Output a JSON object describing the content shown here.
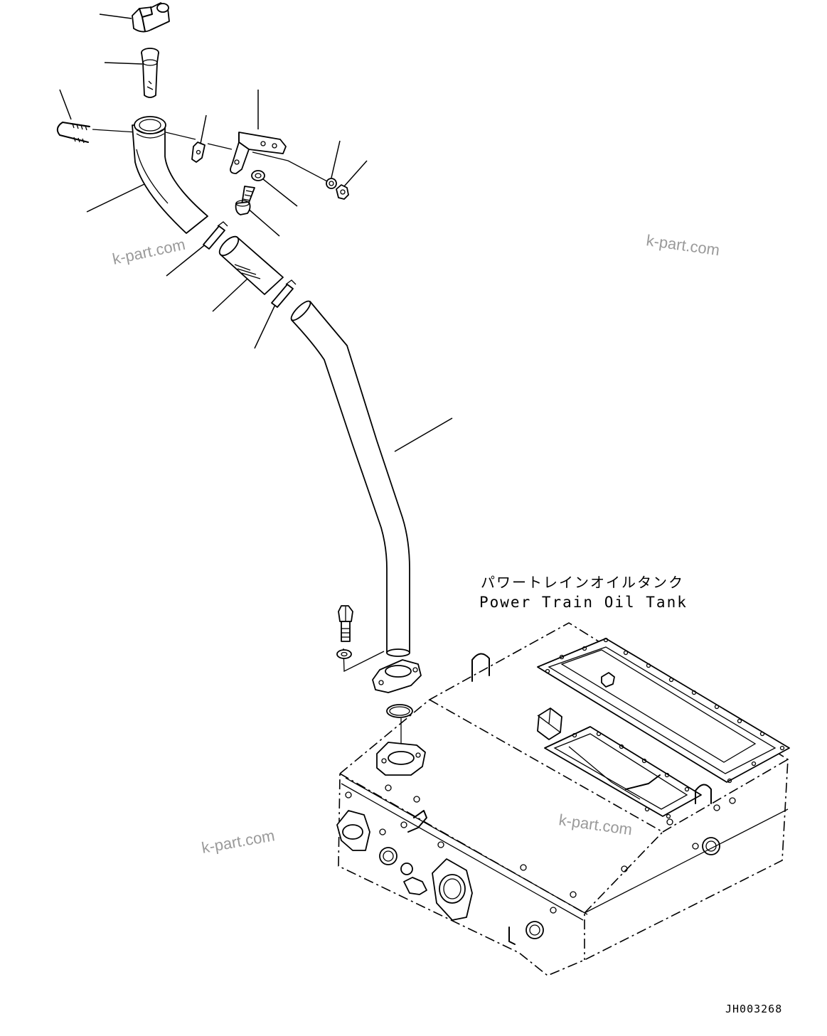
{
  "labels": {
    "tank_jp": "パワートレインオイルタンク",
    "tank_en": "Power Train Oil Tank",
    "drawing_id": "JH003268"
  },
  "watermarks": [
    "k-part.com",
    "k-part.com",
    "k-part.com",
    "k-part.com"
  ],
  "colors": {
    "line": "#000000",
    "watermark": "#9a9a9a",
    "background": "#ffffff"
  },
  "parts": [
    "filler-cap",
    "strainer",
    "u-bolt",
    "filler-elbow-pipe",
    "clamp-piece",
    "bracket",
    "washer",
    "nut",
    "bolt",
    "hose-clamp-upper",
    "rubber-hose",
    "hose-clamp-lower",
    "filler-tube",
    "flange-bolt",
    "flange-washer",
    "pipe-flange",
    "o-ring",
    "tank-port-flange",
    "power-train-oil-tank"
  ]
}
